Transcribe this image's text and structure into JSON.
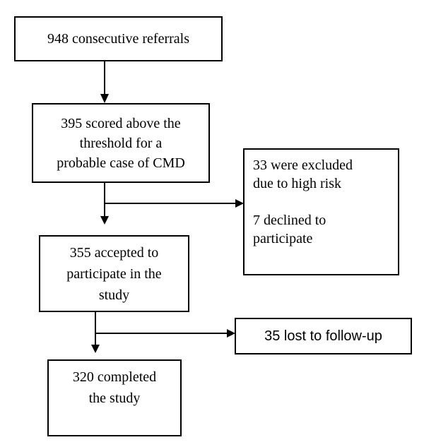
{
  "figure": {
    "type": "flowchart",
    "background": "#ffffff",
    "line_color": "#000000"
  },
  "boxes": {
    "referrals": {
      "text": "948 consecutive referrals"
    },
    "threshold": {
      "lines": [
        "395 scored above the",
        "threshold for a",
        "probable case of CMD"
      ]
    },
    "excluded": {
      "para1": [
        "33 were excluded",
        "due to high risk"
      ],
      "para2": [
        "7 declined to",
        "participate"
      ]
    },
    "accepted": {
      "lines": [
        "355 accepted to",
        "participate in the",
        "study"
      ]
    },
    "lost": {
      "text": "35 lost to follow-up"
    },
    "completed": {
      "lines": [
        "320 completed",
        "the study"
      ]
    }
  },
  "flow": {
    "steps": [
      {
        "from": "referrals",
        "to": "threshold"
      },
      {
        "from": "threshold",
        "to": "accepted",
        "branch": "excluded"
      },
      {
        "from": "accepted",
        "to": "completed",
        "branch": "lost"
      }
    ]
  }
}
